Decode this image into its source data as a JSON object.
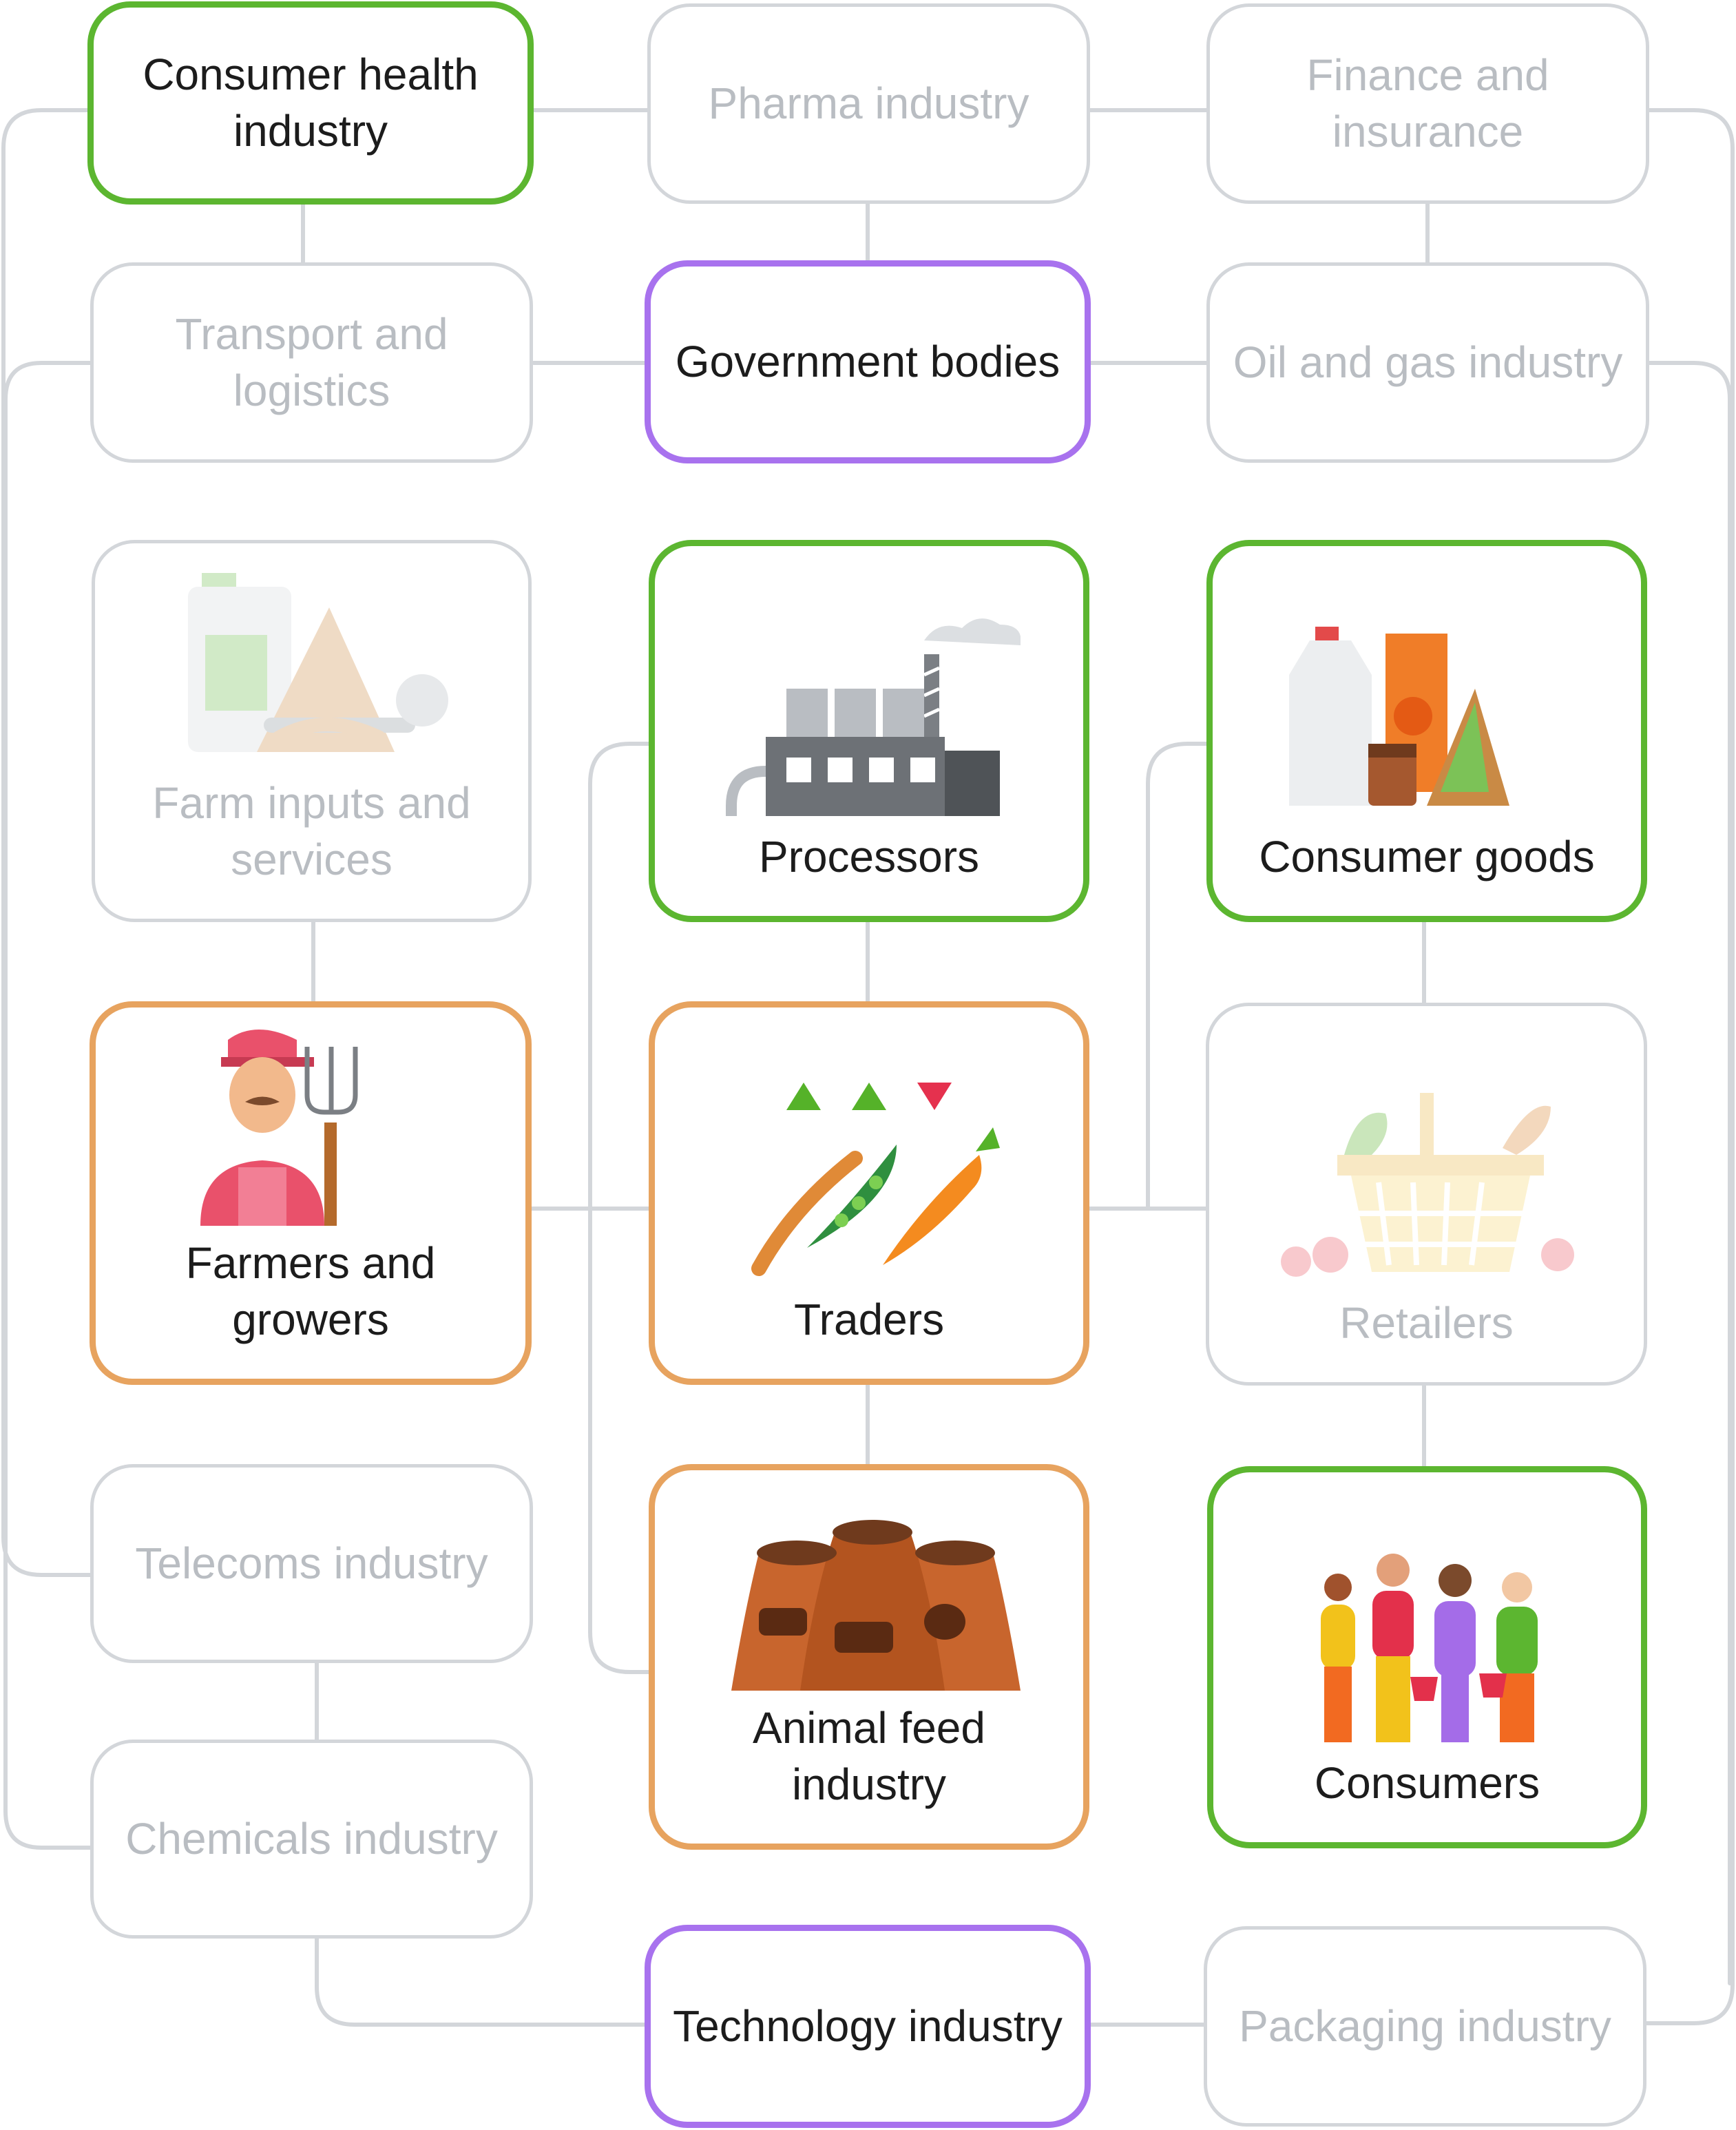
{
  "colors": {
    "primary_stakeholder": "#5cb630",
    "supply_chain": "#e7a35f",
    "enabler": "#a872ee",
    "other": "#d3d6da"
  },
  "nodes": {
    "consumer_health": "Consumer health industry",
    "pharma": "Pharma industry",
    "finance": "Finance and insurance",
    "transport": "Transport and logistics",
    "government": "Government bodies",
    "oil_gas": "Oil and gas industry",
    "farm_inputs": "Farm inputs and services",
    "processors": "Processors",
    "consumer_goods": "Consumer goods",
    "farmers": "Farmers and growers",
    "traders": "Traders",
    "retailers": "Retailers",
    "telecoms": "Telecoms industry",
    "animal_feed": "Animal feed industry",
    "consumers": "Consumers",
    "chemicals": "Chemicals industry",
    "technology": "Technology industry",
    "packaging": "Packaging industry"
  },
  "icons": {
    "farm_inputs": "farm-inputs-icon",
    "processors": "factory-icon",
    "consumer_goods": "groceries-icon",
    "farmers": "farmer-icon",
    "traders": "crops-market-icon",
    "retailers": "shopping-basket-icon",
    "animal_feed": "feed-sacks-icon",
    "consumers": "people-group-icon"
  }
}
